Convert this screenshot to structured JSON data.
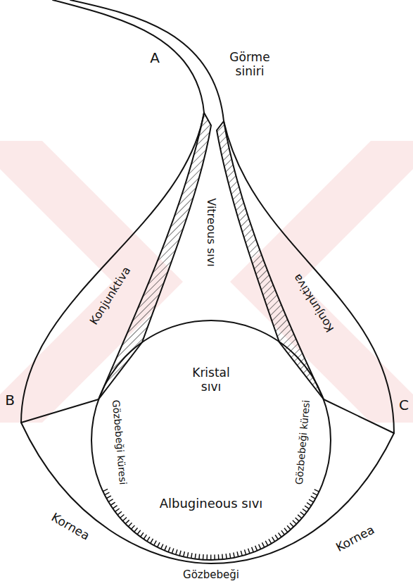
{
  "diagram": {
    "labels": [
      "A",
      "Görme siniri",
      "B",
      "Konjunktiva",
      "Vitreous sıvı",
      "Konjunktiva",
      "C",
      "Kristal sıvı",
      "Gözbebeği küresi",
      "Gözbebeği küresi",
      "Albugineous sıvı",
      "Kornea",
      "Kornea",
      "Gözbebeği"
    ]
  }
}
